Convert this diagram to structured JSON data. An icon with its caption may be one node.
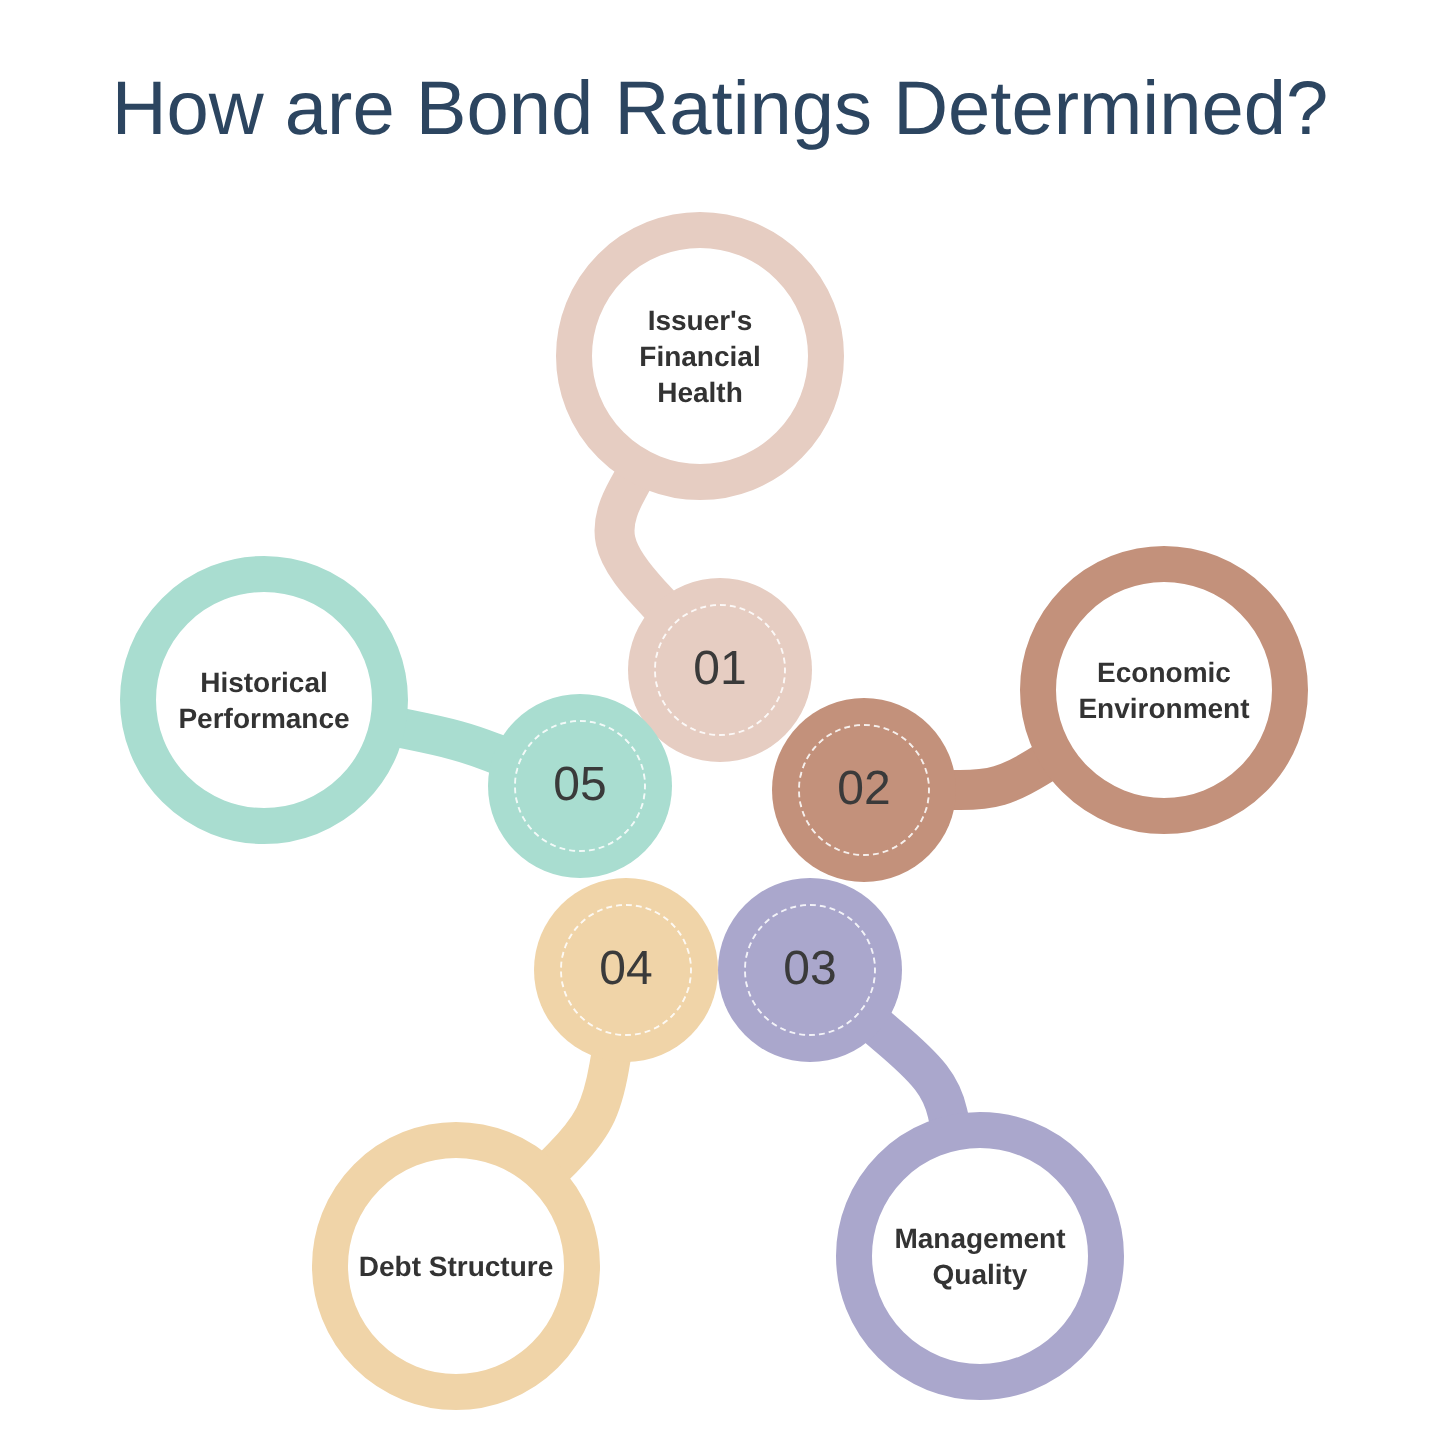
{
  "diagram": {
    "title": "How are Bond Ratings Determined?",
    "nodes": [
      {
        "text": [
          "Issuer's Financial Health"
        ]
      },
      {
        "text": [
          "01"
        ]
      },
      {
        "text": [
          "Economic Environment"
        ]
      },
      {
        "text": [
          "02"
        ]
      },
      {
        "text": [
          "Management Quality"
        ]
      },
      {
        "text": [
          "03"
        ]
      },
      {
        "text": [
          "Debt Structure"
        ]
      },
      {
        "text": [
          "04"
        ]
      },
      {
        "text": [
          "Historical Performance"
        ]
      },
      {
        "text": [
          "05"
        ]
      }
    ],
    "edges": [
      {
        "from": 1,
        "to": 0,
        "arrow": "none",
        "color": "#e6cdc2"
      },
      {
        "from": 3,
        "to": 2,
        "arrow": "none",
        "color": "#c3917b"
      },
      {
        "from": 5,
        "to": 4,
        "arrow": "none",
        "color": "#aaa7cc"
      },
      {
        "from": 7,
        "to": 6,
        "arrow": "none",
        "color": "#f0d4a8"
      },
      {
        "from": 9,
        "to": 8,
        "arrow": "none",
        "color": "#a9ddd0"
      }
    ]
  }
}
